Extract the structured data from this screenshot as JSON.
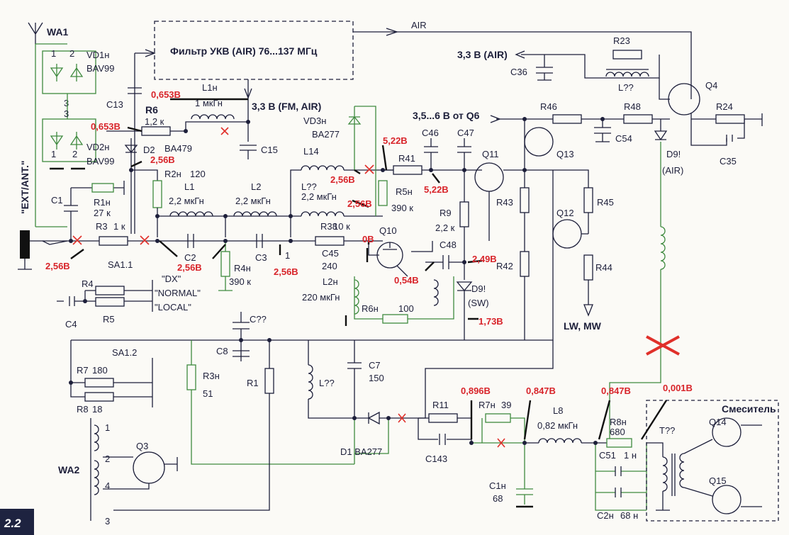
{
  "page": {
    "badge": "2.2"
  },
  "blocks": {
    "filter": "Фильтр УКВ (AIR) 76...137 МГц",
    "mixer": "Смеситель"
  },
  "nets": {
    "air": "AIR",
    "v33_air": "3,3 В (AIR)",
    "v33_fm_air": "3,3 В (FM, AIR)",
    "v356_q6": "3,5...6 В от Q6",
    "lw_mw": "LW, MW",
    "ext_ant": "\"EXT/ANT.\""
  },
  "switch_positions": [
    "\"DX\"",
    "\"NORMAL\"",
    "\"LOCAL\""
  ],
  "components": {
    "WA1": "WA1",
    "WA2": "WA2",
    "VD1n": "VD1н",
    "VD1n_type": "BAV99",
    "VD2n": "VD2н",
    "VD2n_type": "BAV99",
    "C13": "C13",
    "R6": "R6",
    "R6_val": "1,2 к",
    "L1n": "L1н",
    "L1n_val": "1 мкГн",
    "D2": "D2",
    "D2_type": "BA479",
    "C15": "C15",
    "R2n": "R2н",
    "R2n_val": "120",
    "L1": "L1",
    "L1_val": "2,2 мкГн",
    "L2": "L2",
    "L2_val": "2,2 мкГн",
    "Lqq1": "L??",
    "Lqq1_val": "2,2 мкГн",
    "L14": "L14",
    "VD3n": "VD3н",
    "VD3n_type": "BA277",
    "C1": "C1",
    "R1n": "R1н",
    "R1n_val": "27 к",
    "R3": "R3",
    "R3_val": "1 к",
    "C2": "C2",
    "C3": "C3",
    "R4n": "R4н",
    "R4n_val": "390 к",
    "R38": "R38",
    "R38_val": "10 к",
    "C45": "C45",
    "C45_val": "240",
    "L2n": "L2н",
    "L2n_val": "220 мкГн",
    "R6n": "R6н",
    "R6n_val": "100",
    "R5n": "R5н",
    "R5n_val": "390 к",
    "R41": "R41",
    "C46": "C46",
    "C47": "C47",
    "Q10": "Q10",
    "Q11": "Q11",
    "Q12": "Q12",
    "Q13": "Q13",
    "Q4": "Q4",
    "Q3": "Q3",
    "Q14": "Q14",
    "Q15": "Q15",
    "R9": "R9",
    "R9_val": "2,2 к",
    "C48": "C48",
    "D9_sw": "D9!",
    "D9_sw_note": "(SW)",
    "D9_air": "D9!",
    "D9_air_note": "(AIR)",
    "R42": "R42",
    "R43": "R43",
    "R44": "R44",
    "R45": "R45",
    "R46": "R46",
    "R48": "R48",
    "R23": "R23",
    "R24": "R24",
    "Lqq2": "L??",
    "C36": "C36",
    "C54": "C54",
    "C35": "C35",
    "SA1_1": "SA1.1",
    "SA1_2": "SA1.2",
    "R4": "R4",
    "R5": "R5",
    "C4": "C4",
    "Cqq": "C??",
    "C8": "C8",
    "R7": "R7",
    "R7_val": "180",
    "R8": "R8",
    "R8_val": "18",
    "R3n": "R3н",
    "R3n_val": "51",
    "R1": "R1",
    "Lqq3": "L??",
    "C7": "C7",
    "C7_val": "150",
    "D1": "D1 BA277",
    "R11": "R11",
    "C143": "C143",
    "R7n": "R7н",
    "R7n_val": "39",
    "L8": "L8",
    "L8_val": "0,82 мкГн",
    "C1n": "C1н",
    "C1n_val": "68",
    "R8n": "R8н",
    "R8n_val": "680",
    "C51": "C51",
    "C51_val": "1 н",
    "C2n": "C2н",
    "C2n_val": "68 н",
    "Tqq": "T??",
    "wa2_pins": [
      "1",
      "2",
      "4",
      "3"
    ],
    "vd_pins": [
      "1",
      "2",
      "3",
      "3",
      "1",
      "2"
    ],
    "misc_1": "1"
  },
  "voltages": {
    "v_r6_top": "0,653В",
    "v_r6_left": "0,653В",
    "v_d2": "2,56В",
    "v_c1": "2,56В",
    "v_c2": "2,56В",
    "v_c3": "2,56В",
    "v_l14": "2,56В",
    "v_lqq": "2,56В",
    "v_r41_l": "5,22В",
    "v_r41_r": "5,22В",
    "v_q10": "0В",
    "v_c48_l": "0,54В",
    "v_c48_r": "2,49В",
    "v_d9": "1,73В",
    "v_r11": "0,896В",
    "v_l8": "0,847В",
    "v_r8n": "0,847В",
    "v_mixer": "0,001В"
  },
  "colors": {
    "ink": "#1d1f3a",
    "green": "#3f8a3f",
    "annotation_red": "#d8242a",
    "paper": "#fbfaf6"
  }
}
